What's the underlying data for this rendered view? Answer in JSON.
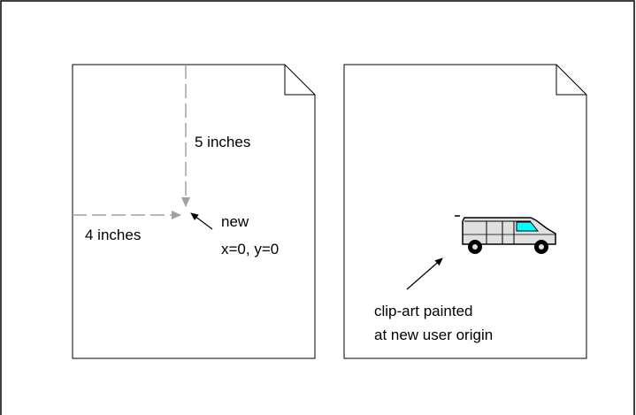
{
  "diagram": {
    "left_page": {
      "vertical_offset_label": "5 inches",
      "horizontal_offset_label": "4 inches",
      "origin_label_line1": "new",
      "origin_label_line2": "x=0, y=0"
    },
    "right_page": {
      "clipart_icon": "van-icon",
      "caption_line1": "clip-art painted",
      "caption_line2": "at new user origin"
    },
    "colors": {
      "stroke": "#000000",
      "guide": "#a0a0a0",
      "van_body": "#e0e0e0",
      "van_window": "#00ffff"
    }
  }
}
